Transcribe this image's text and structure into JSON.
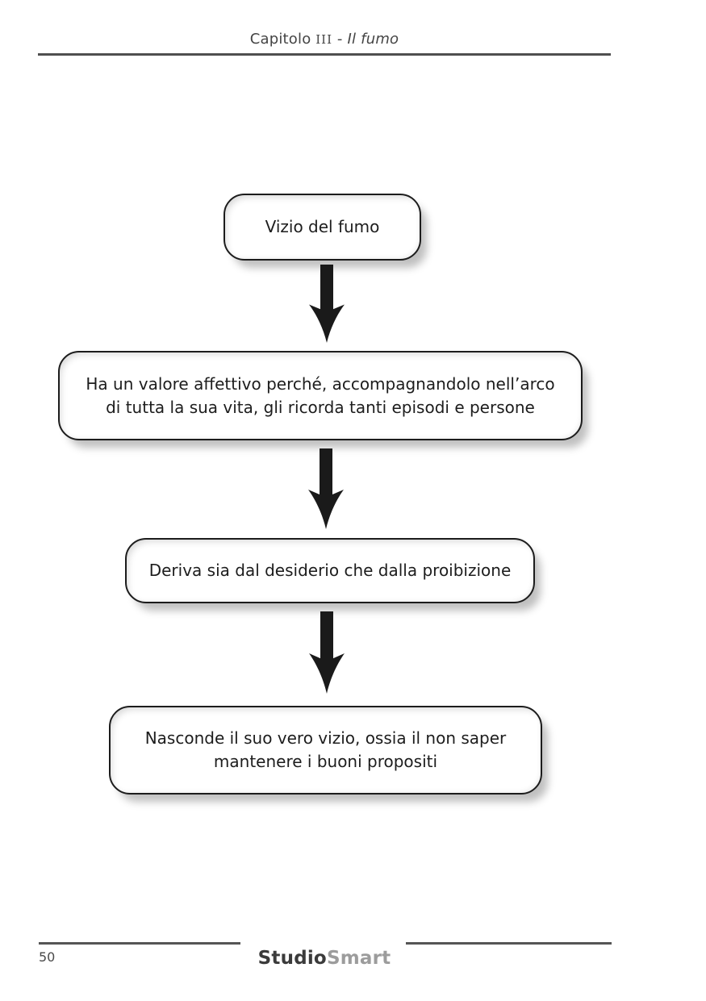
{
  "header": {
    "chapter_prefix": "Capitolo",
    "chapter_numeral": " III",
    "separator": " - ",
    "chapter_title": "Il fumo"
  },
  "diagram": {
    "type": "flowchart",
    "direction": "top-down",
    "connector": "down-arrow",
    "nodes": [
      {
        "id": "node-1",
        "text": "Vizio del fumo"
      },
      {
        "id": "node-2",
        "text": "Ha un valore affettivo perché, accompagnandolo nell’arco\ndi tutta la sua vita, gli ricorda tanti episodi e persone"
      },
      {
        "id": "node-3",
        "text": "Deriva sia dal desiderio che dalla proibizione"
      },
      {
        "id": "node-4",
        "text": "Nasconde il suo vero vizio, ossia il non saper\nmantenere i buoni propositi"
      }
    ]
  },
  "footer": {
    "page_number": "50",
    "brand": {
      "primary": "Studio",
      "secondary": "Smart"
    }
  },
  "colors": {
    "node_border": "#1c1c1c",
    "node_text": "#1d1d1d",
    "arrow": "#1a1a1a",
    "header_text": "#454545",
    "rule": "#4f4f4f",
    "brand_primary": "#3b3b3b",
    "brand_secondary": "#9c9c9c",
    "background": "#ffffff"
  }
}
